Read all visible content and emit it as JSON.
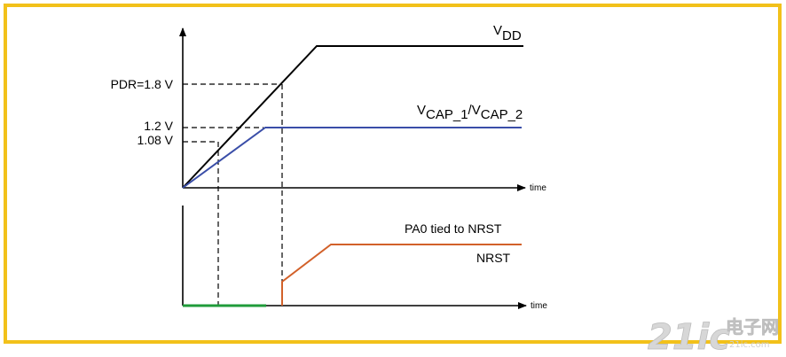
{
  "colors": {
    "frame": "#f2c11a",
    "axis": "#000000",
    "vdd": "#000000",
    "vcap": "#3a4ea8",
    "nrst": "#d2612a",
    "pa0": "#1f9b3a",
    "watermark": "#d7d7d7"
  },
  "labels": {
    "vdd_main": "V",
    "vdd_sub": "DD",
    "vcap_v1": "V",
    "vcap_sub1": "CAP_1",
    "vcap_slash": "/",
    "vcap_v2": "V",
    "vcap_sub2": "CAP_2",
    "pdr": "PDR=1.8 V",
    "v12": "1.2 V",
    "v108": "1.08 V",
    "time_top": "time",
    "time_bottom": "time",
    "pa0": "PA0 tied to NRST",
    "nrst": "NRST"
  },
  "watermark": {
    "text_latin": "21ic",
    "text_cjk": "电子网",
    "text_url": "21ic.com"
  }
}
